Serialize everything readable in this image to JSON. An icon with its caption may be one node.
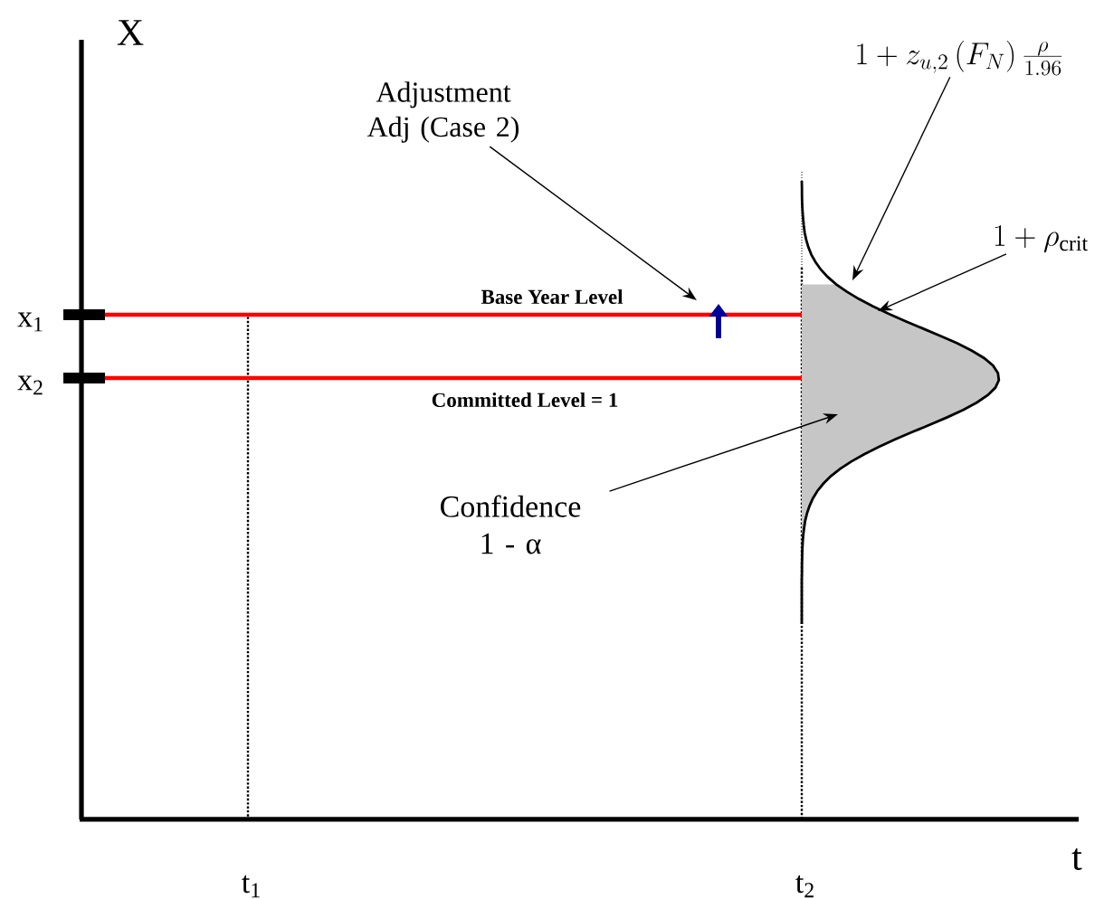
{
  "diagram": {
    "nodes": [
      {
        "text": [
          "Adjustment Adj (Case 2)"
        ]
      },
      {
        "text": [
          "1+z_{u,2}\\left(F_N\\right)\\frac{\\rho}{1.96}"
        ]
      },
      {
        "text": [
          "1+\\rho_{\\mathrm{crit}}"
        ]
      },
      {
        "text": [
          "Confidence 1 - α"
        ]
      },
      {
        "text": [],
        "shape": "picture"
      }
    ],
    "edges": [
      {
        "from": 0,
        "to": null,
        "arrow": "to"
      },
      {
        "from": 1,
        "to": 4,
        "arrow": "to"
      },
      {
        "from": 2,
        "to": 4,
        "arrow": "to"
      },
      {
        "from": 3,
        "to": 4,
        "arrow": "to"
      }
    ],
    "labels": [
      "X",
      "x$_{1}$",
      "x$_{2}$",
      "Base Year Level",
      "Committed Level = 1",
      "t",
      "t$_{1}$",
      "t$_{2}$"
    ]
  }
}
